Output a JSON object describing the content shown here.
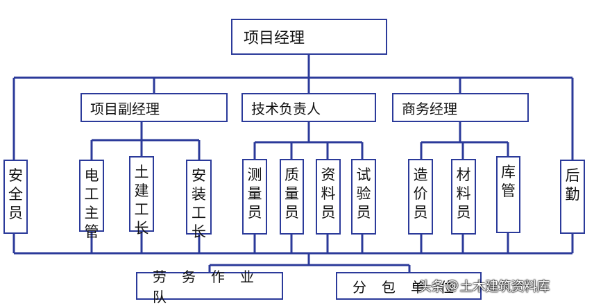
{
  "top": {
    "label": "项目经理"
  },
  "mid": [
    "项目副经理",
    "技术负责人",
    "商务经理"
  ],
  "roles": [
    "安全员",
    "电工主管",
    "土建工长",
    "安装工长",
    "测量员",
    "质量员",
    "资料员",
    "试验员",
    "造价员",
    "材料员",
    "库管",
    "后勤"
  ],
  "bottom": [
    "劳务作业队",
    "分包单位"
  ],
  "watermark": {
    "platform": "头条",
    "at": "@",
    "account": "土木建筑资料库"
  },
  "colors": {
    "line": "#2b3a9a",
    "border": "#2b3a9a"
  }
}
